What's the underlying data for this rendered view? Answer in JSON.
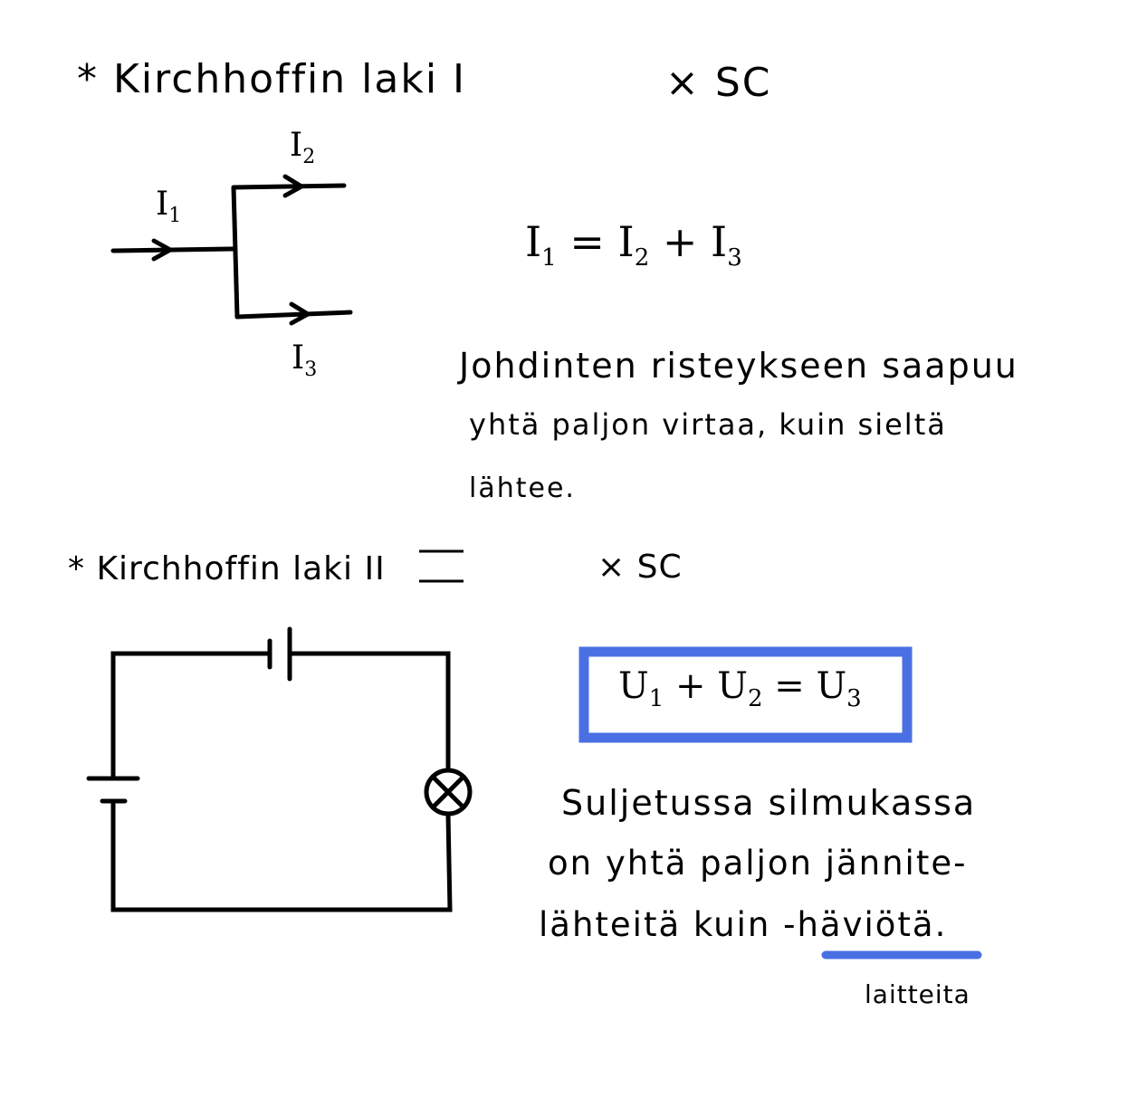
{
  "section1": {
    "title": "* Kirchhoffin laki I",
    "tag": "× SC",
    "labels": {
      "i1": "I",
      "i1_sub": "1",
      "i2": "I",
      "i2_sub": "2",
      "i3": "I",
      "i3_sub": "3"
    },
    "equation": {
      "lhs": "I",
      "lhs_sub": "1",
      "eq": "=",
      "t1": "I",
      "t1_sub": "2",
      "plus": "+",
      "t2": "I",
      "t2_sub": "3"
    },
    "text_lines": [
      "Johdinten risteykseen saapuu",
      "yhtä paljon virtaa, kuin sieltä",
      "lähtee."
    ]
  },
  "section2": {
    "title": "* Kirchhoffin laki II",
    "tag": "× SC",
    "equation": {
      "a": "U",
      "a_sub": "1",
      "plus": "+",
      "b": "U",
      "b_sub": "2",
      "eq": "=",
      "c": "U",
      "c_sub": "3"
    },
    "text_lines": [
      "Suljetussa silmukassa",
      "on yhtä paljon jännite-",
      "lähteitä kuin -häviötä."
    ],
    "annotation": "laitteita",
    "highlight_color": "#4a6fe3"
  }
}
